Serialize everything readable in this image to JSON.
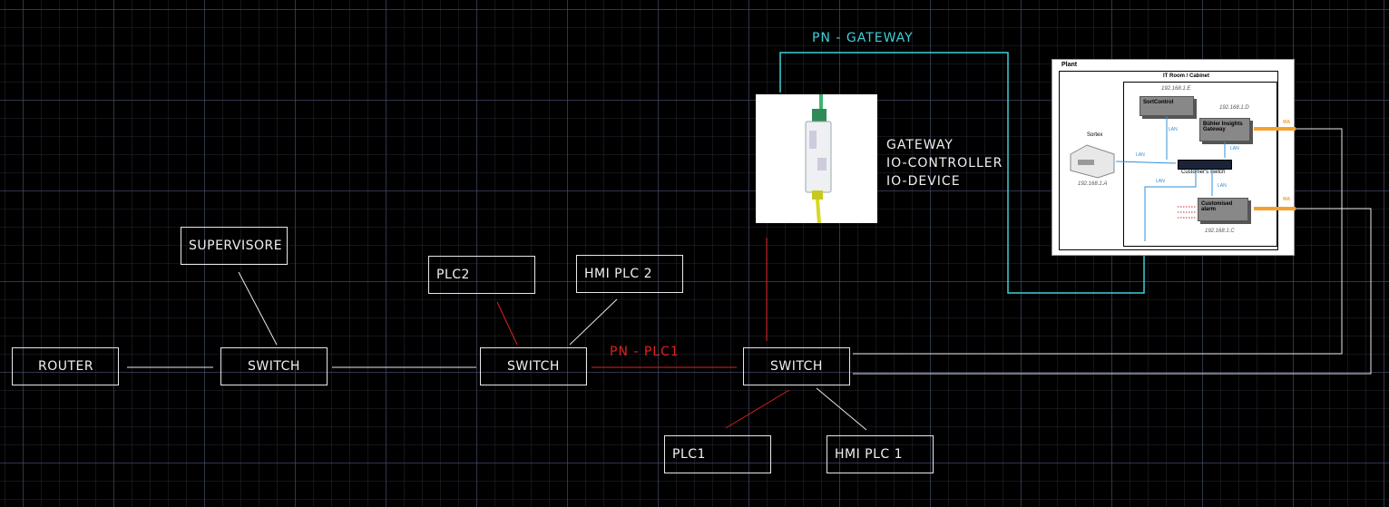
{
  "nodes": {
    "router": "ROUTER",
    "switch_1": "SWITCH",
    "supervisore": "SUPERVISORE",
    "switch_2": "SWITCH",
    "plc2": "PLC2",
    "hmi_plc2": "HMI PLC 2",
    "switch_3": "SWITCH",
    "plc1": "PLC1",
    "hmi_plc1": "HMI PLC 1"
  },
  "labels": {
    "pn_gateway": "PN - GATEWAY",
    "pn_plc1": "PN - PLC1"
  },
  "gateway": {
    "roles": [
      "GATEWAY",
      "IO-CONTROLLER",
      "IO-DEVICE"
    ]
  },
  "plant": {
    "title": "Plant",
    "room": "IT Room / Cabinet",
    "ips": {
      "sortcontrol": "192.168.1.E",
      "buhler": "192.168.1.D",
      "sortex": "192.168.1.A",
      "alarm": "192.168.1.C"
    },
    "devices": {
      "sortcontrol": "SortControl",
      "buhler": "Bühler Insights Gateway",
      "sortex": "Sortex",
      "switch": "Customer's switch",
      "alarm": "Customised alarm"
    },
    "lan": "LAN",
    "wan": "WA"
  },
  "colors": {
    "white_line": "#e8e8e8",
    "red_line": "#e02020",
    "cyan_line": "#3fd0d8",
    "wan_orange": "#f5a030",
    "lan_blue": "#2f8fd8"
  }
}
